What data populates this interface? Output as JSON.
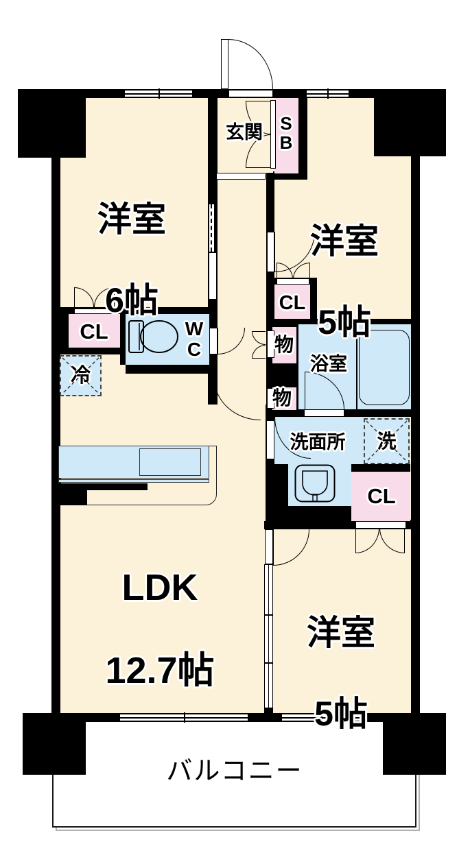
{
  "floor_plan": {
    "rooms": {
      "bedroom_west": {
        "name": "洋室",
        "size": "6帖"
      },
      "bedroom_north": {
        "name": "洋室",
        "size": "5帖"
      },
      "bedroom_south": {
        "name": "洋室",
        "size": "5帖"
      },
      "ldk": {
        "name": "LDK",
        "size": "12.7帖"
      },
      "entrance": {
        "label": "玄関"
      },
      "bathroom": {
        "label": "浴室"
      },
      "washroom": {
        "label": "洗面所"
      },
      "toilet": {
        "label": "WC"
      },
      "balcony": {
        "label": "バルコニー"
      }
    },
    "storage": {
      "shoe_box": {
        "label": "SB"
      },
      "closet_west": {
        "label": "CL"
      },
      "closet_north": {
        "label": "CL"
      },
      "closet_south": {
        "label": "CL"
      },
      "storage_upper": {
        "label": "物"
      },
      "storage_lower": {
        "label": "物"
      }
    },
    "equipment": {
      "refrigerator_space": {
        "label": "冷"
      },
      "washer_space": {
        "label": "洗"
      }
    },
    "colors": {
      "room_fill": "#fcf2da",
      "wet_area_fill": "#cfe9f8",
      "closet_fill": "#f8dcea",
      "wall": "#000000",
      "balcony_shadow": "#b0b0b0"
    }
  }
}
